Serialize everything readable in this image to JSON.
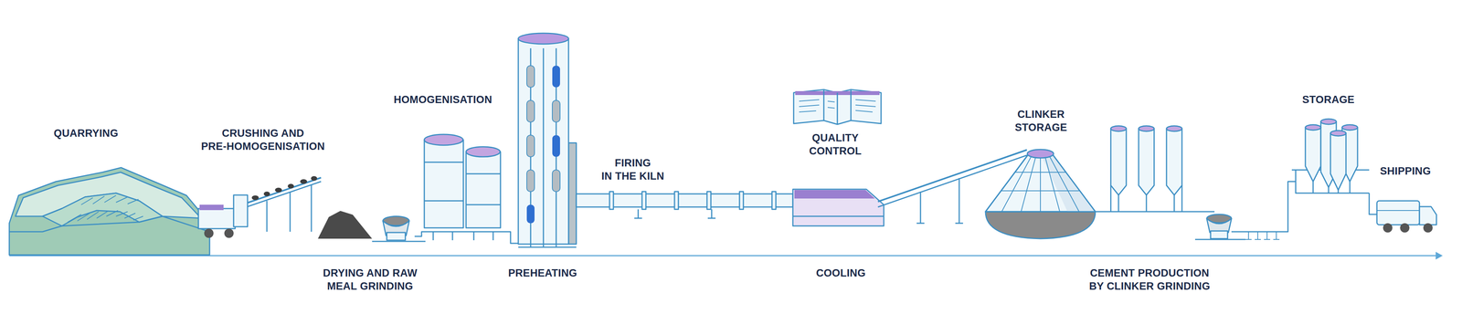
{
  "diagram": {
    "labels": [
      "QUARRYING",
      "CRUSHING AND PRE-HOMOGENISATION",
      "DRYING AND RAW MEAL GRINDING",
      "HOMOGENISATION",
      "PREHEATING",
      "FIRING IN THE KILN",
      "QUALITY CONTROL",
      "COOLING",
      "CLINKER STORAGE",
      "CEMENT PRODUCTION BY CLINKER GRINDING",
      "STORAGE",
      "SHIPPING"
    ]
  }
}
